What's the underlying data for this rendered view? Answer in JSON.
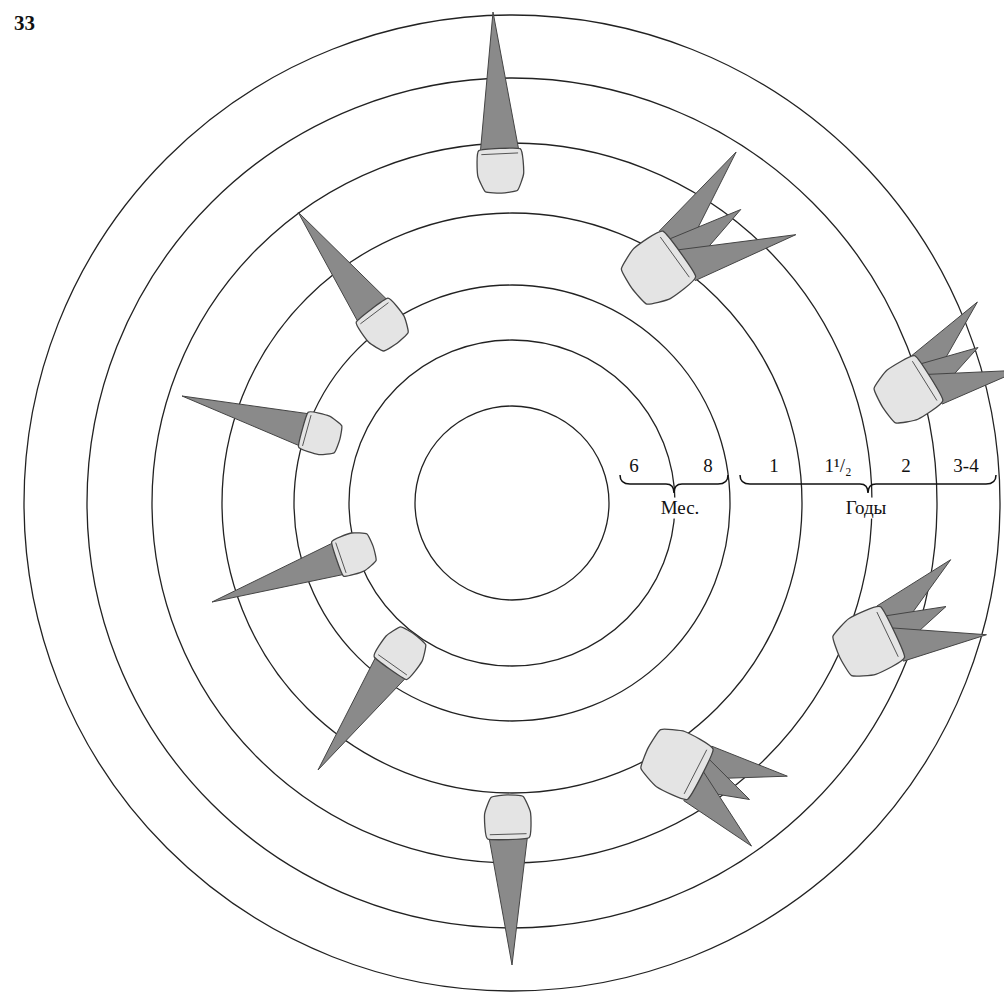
{
  "diagram": {
    "labels": [
      "33",
      "6",
      "8",
      "Мес.",
      "1",
      "1¹/₂",
      "2",
      "3-4",
      "Годы"
    ]
  }
}
